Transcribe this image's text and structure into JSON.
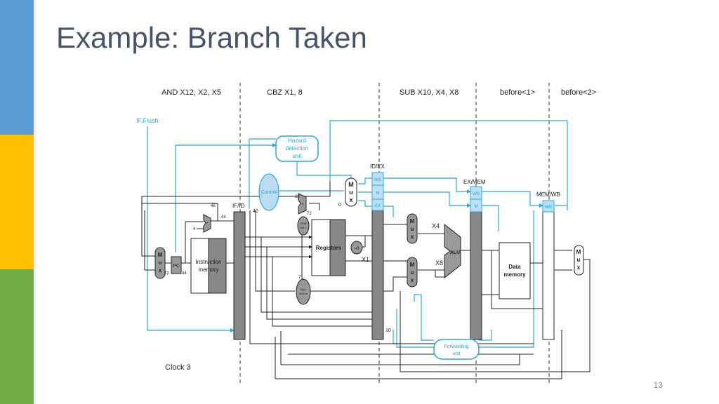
{
  "slide": {
    "title": "Example: Branch Taken",
    "page_number": "13"
  },
  "instructions": {
    "stage1": "AND X12, X2, X5",
    "stage2": "CBZ X1, 8",
    "stage3": "SUB X10, X4, X8",
    "stage4": "before<1>",
    "stage5": "before<2>"
  },
  "labels": {
    "if_flush": "IF.Flush",
    "hazard_line1": "Hazard",
    "hazard_line2": "detection",
    "hazard_line3": "unit",
    "control": "Control",
    "id_ex": "ID/EX",
    "ex_mem": "EX/MEM",
    "mem_wb": "MEM/WB",
    "if_id": "IF/ID",
    "wb": "WB",
    "m": "M",
    "ex": "EX",
    "mux_m": "M",
    "mux_u": "u",
    "mux_x": "x",
    "pc": "PC",
    "instr_line1": "Instruction",
    "instr_line2": "memory",
    "registers": "Registers",
    "eq_zero": "=0",
    "alu": "ALU",
    "data_line1": "Data",
    "data_line2": "memory",
    "forward_line1": "Forwarding",
    "forward_line2": "unit",
    "shift_line1": "Shift",
    "shift_line2": "left 2",
    "sign_line1": "Sign-",
    "sign_line2": "extend",
    "x4": "X4",
    "x8": "X8",
    "x1": "X1",
    "clock": "Clock 3",
    "n48": "48",
    "n44a": "44",
    "n4": "4",
    "n72": "72",
    "n44b": "44",
    "n40": "40",
    "n32": "32",
    "n72b": "72",
    "n0": "0",
    "n7": "7",
    "n10": "10",
    "plus": "+"
  },
  "colors": {
    "sidebar_blue": "#5b9bd5",
    "sidebar_yellow": "#ffc000",
    "sidebar_green": "#70ad47",
    "diagram_blue": "#29a8e0",
    "title": "#44546a"
  }
}
